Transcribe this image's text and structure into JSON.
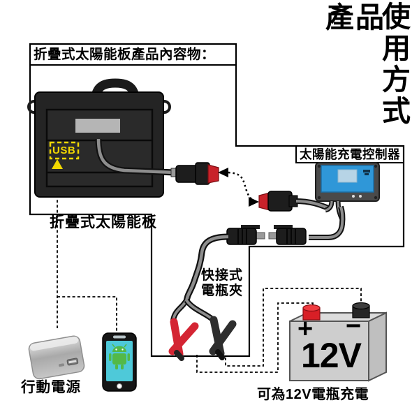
{
  "title": {
    "text": "產品使用方式",
    "horizontal": "產品",
    "vertical_chars": [
      "使",
      "用",
      "方",
      "式"
    ]
  },
  "contents_box": {
    "label": "折疊式太陽能板產品內容物："
  },
  "solar_panel": {
    "usb_label": "USB",
    "caption": "折疊式太陽能板"
  },
  "controller": {
    "label": "太陽能充電控制器"
  },
  "battery_clips": {
    "label_lines": [
      "快接式",
      "電瓶夾"
    ]
  },
  "battery": {
    "voltage_label": "12V",
    "plus_symbol": "+",
    "minus_symbol": "−",
    "caption": "可為12V電瓶充電"
  },
  "power_bank": {
    "label": "行動電源"
  },
  "icons": {
    "usb_arrow": "yellow-up-arrow",
    "connect_arrow": "dashed-double-arrow",
    "usb_port": "usb-port",
    "android_robot": "android-robot"
  },
  "colors": {
    "outline": "#000000",
    "usb_yellow": "#f2d800",
    "clip_red": "#d42533",
    "clip_black": "#2e2e2e",
    "terminal_red": "#d81f26",
    "terminal_black": "#262626",
    "controller_blue": "#2f97d8",
    "controller_screen": "#b7d4e6",
    "phone_screen_teal": "#4ec9d9",
    "android_green": "#53b948",
    "battery_gray": "#cecece"
  }
}
